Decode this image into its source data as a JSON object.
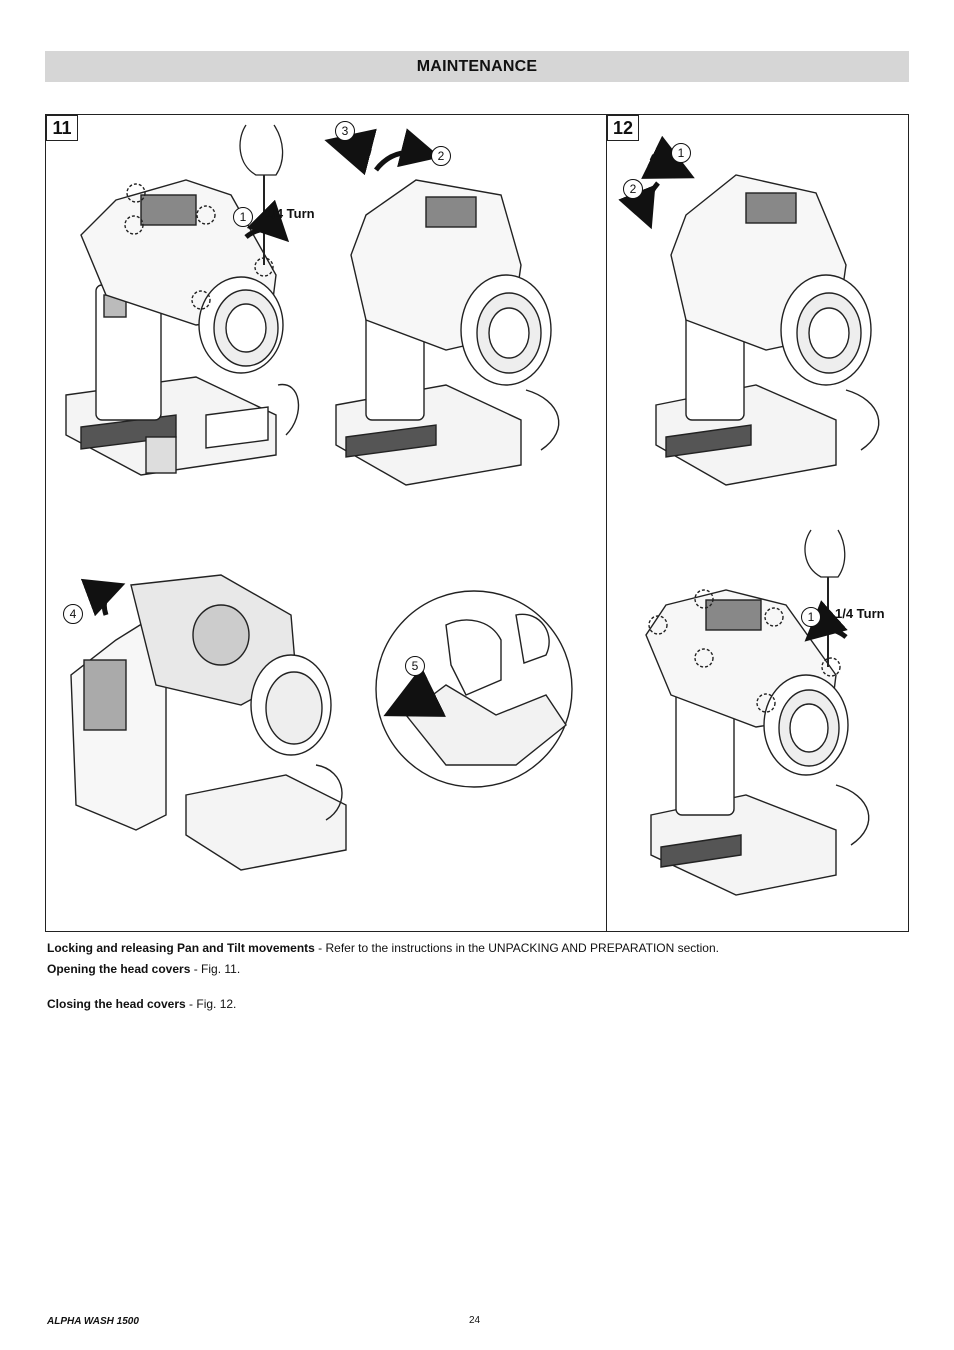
{
  "header": {
    "title": "MAINTENANCE"
  },
  "figures": {
    "fig11": {
      "label": "11",
      "steps": [
        "1",
        "2",
        "3",
        "4",
        "5"
      ],
      "turn_label": "1/4 Turn"
    },
    "fig12": {
      "label": "12",
      "steps": [
        "1",
        "2",
        "1"
      ],
      "turn_label": "1/4 Turn"
    }
  },
  "captions": [
    {
      "bold": "Locking and releasing Pan and Tilt movements",
      "text": " - Refer to the instructions in the UNPACKING AND PREPARATION section."
    },
    {
      "bold": "Opening the head covers",
      "text": " - Fig. 11."
    },
    {
      "bold": "Closing the head covers",
      "text": " - Fig. 12."
    }
  ],
  "footer": {
    "model": "ALPHA WASH 1500",
    "page": "24"
  }
}
